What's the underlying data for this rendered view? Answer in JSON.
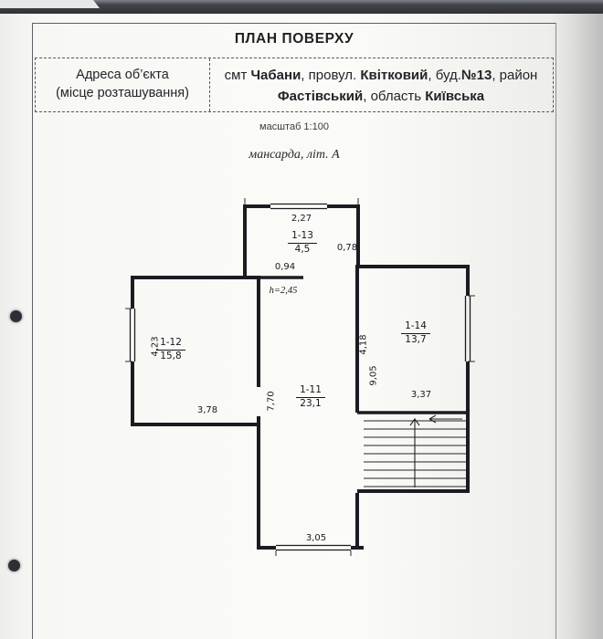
{
  "header": {
    "title": "ПЛАН ПОВЕРХУ",
    "scale": "масштаб 1:100",
    "floor": "мансарда,  літ. А"
  },
  "address": {
    "label1": "Адреса об’єкта",
    "label2": "(місце розташування)",
    "l1": {
      "s1": "смт ",
      "s2": "Чабани",
      "s3": ", провул. ",
      "s4": "Квітковий",
      "s5": ", буд.",
      "s6": "№13",
      "s7": ", район"
    },
    "l2": {
      "s1": "Фастівський",
      "s2": ", область ",
      "s3": "Київська"
    }
  },
  "plan": {
    "rooms": [
      {
        "id": "1-13",
        "area": "4,5"
      },
      {
        "id": "1-12",
        "area": "15,8"
      },
      {
        "id": "1-11",
        "area": "23,1"
      },
      {
        "id": "1-14",
        "area": "13,7"
      }
    ],
    "dims": {
      "top_room_width": "2,27",
      "door_width": "0,78",
      "lintel_width": "0,94",
      "height_note": "h=2,45",
      "room12_height": "4,23",
      "room12_width": "3,78",
      "room11_height": "7,70",
      "room14_height": "4,18",
      "right_height": "9,05",
      "room14_width": "3,37",
      "room11_width": "3,05"
    }
  }
}
